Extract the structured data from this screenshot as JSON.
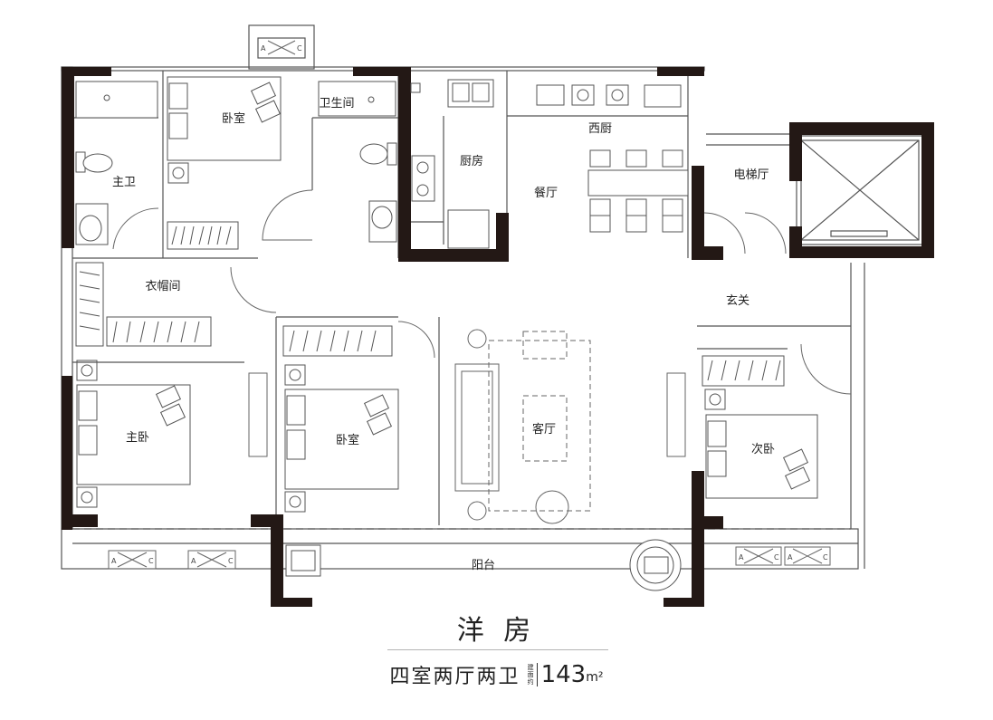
{
  "rooms": {
    "bedroom_top": "卧室",
    "washroom": "卫生间",
    "west_kitchen": "西厨",
    "master_bath": "主卫",
    "kitchen": "厨房",
    "dining": "餐厅",
    "elevator_hall": "电梯厅",
    "cloakroom": "衣帽间",
    "foyer": "玄关",
    "living": "客厅",
    "master_bedroom": "主卧",
    "bedroom_middle": "卧室",
    "second_bedroom": "次卧",
    "balcony": "阳台"
  },
  "ac_units": {
    "left": "A",
    "right": "C"
  },
  "footer": {
    "title": "洋 房",
    "layout": "四室两厅两卫",
    "area_note": [
      "建",
      "面",
      "约"
    ],
    "area": "143",
    "unit": "m²"
  }
}
